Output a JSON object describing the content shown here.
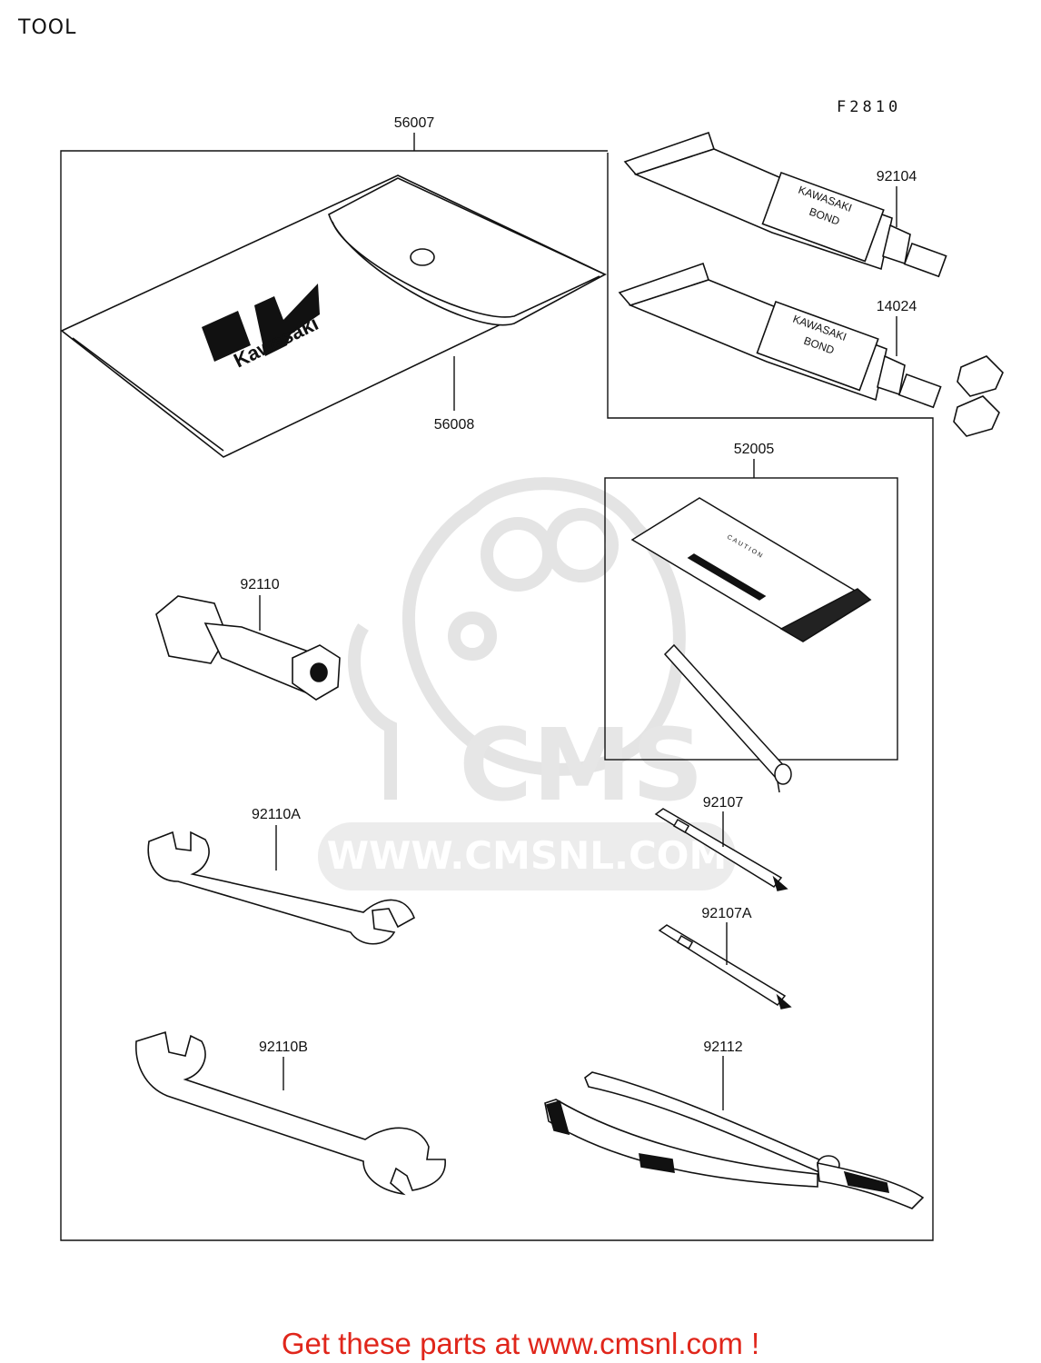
{
  "header": {
    "title": "TOOL",
    "figure_id": "F2810"
  },
  "watermark": {
    "logo_text": "CMS",
    "url_text": "WWW.CMSNL.COM"
  },
  "pouch": {
    "brand_text": "Kawasaki"
  },
  "tubes": {
    "label_line1": "KAWASAKI",
    "label_line2": "BOND"
  },
  "card": {
    "caution_text": "CAUTION"
  },
  "parts": {
    "p56007": "56007",
    "p56008": "56008",
    "p92104": "92104",
    "p14024": "14024",
    "p52005": "52005",
    "p92110": "92110",
    "p92110A": "92110A",
    "p92107": "92107",
    "p92107A": "92107A",
    "p92110B": "92110B",
    "p92112": "92112"
  },
  "footer": {
    "text": "Get these parts at www.cmsnl.com !"
  },
  "colors": {
    "footer": "#e0261b",
    "line": "#111111",
    "watermark": "#e4e4e4"
  }
}
